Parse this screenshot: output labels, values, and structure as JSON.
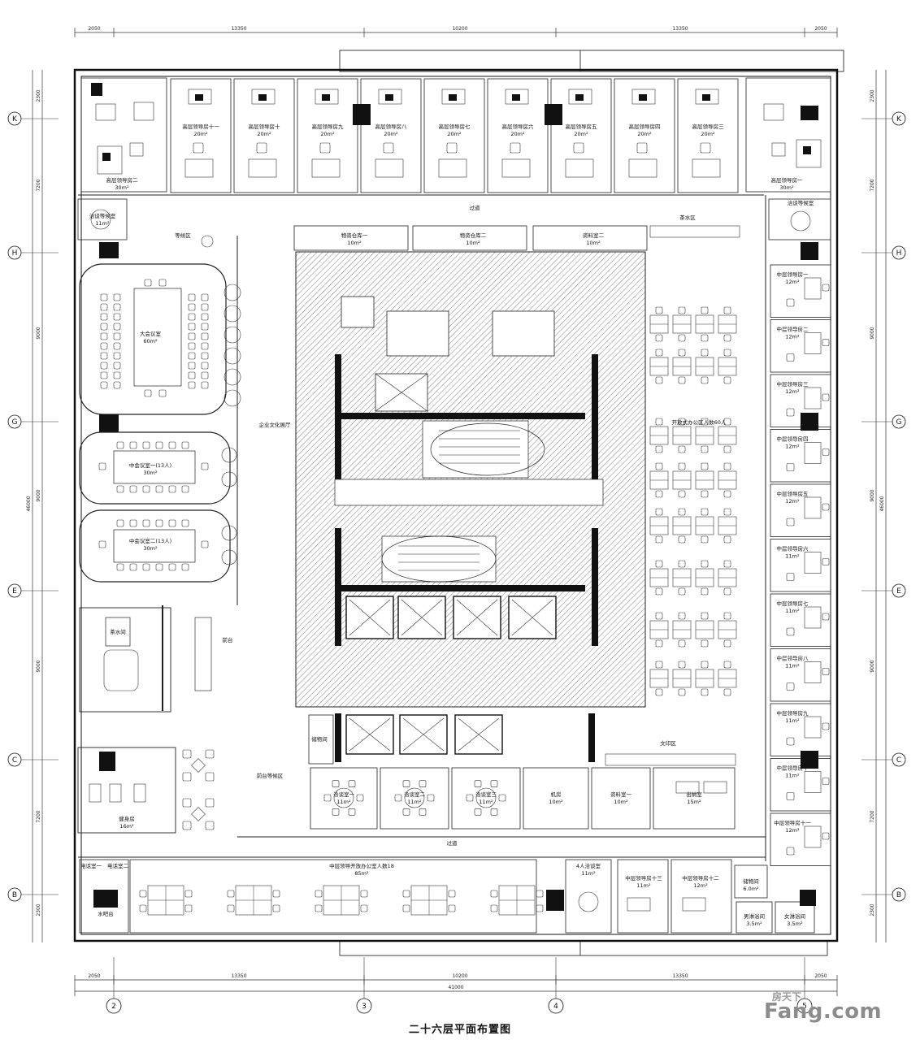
{
  "title": "二十六层平面布置图",
  "watermark": {
    "cn": "房天下",
    "en": "Fang.com"
  },
  "dims_top": [
    "2050",
    "13350",
    "10200",
    "13350",
    "2050"
  ],
  "dims_bottom": [
    "2050",
    "13350",
    "10200",
    "13350",
    "2050"
  ],
  "dim_total_bottom": "41000",
  "dims_left": [
    "2300",
    "7200",
    "9000",
    "9000",
    "9000",
    "7200",
    "2300"
  ],
  "dims_right": [
    "2300",
    "7200",
    "9000",
    "9000",
    "9000",
    "7200",
    "2300"
  ],
  "dim_total_side": "46000",
  "grid_rows": [
    "K",
    "H",
    "G",
    "E",
    "C",
    "B"
  ],
  "grid_cols": [
    "2",
    "3",
    "4",
    "5"
  ],
  "colors": {
    "hatch": "#9a9a9a",
    "wall": "#111111",
    "line": "#222222"
  },
  "top_rooms": [
    {
      "name": "高层领导房十一",
      "area": "20m²"
    },
    {
      "name": "高层领导房十",
      "area": "20m²"
    },
    {
      "name": "高层领导房九",
      "area": "20m²"
    },
    {
      "name": "高层领导房八",
      "area": "20m²"
    },
    {
      "name": "高层领导房七",
      "area": "20m²"
    },
    {
      "name": "高层领导房六",
      "area": "20m²"
    },
    {
      "name": "高层领导房五",
      "area": "20m²"
    },
    {
      "name": "高层领导房四",
      "area": "20m²"
    },
    {
      "name": "高层领导房三",
      "area": "20m²"
    }
  ],
  "corner_rooms": {
    "left": {
      "name": "高层领导房二",
      "area": "30m²"
    },
    "right": {
      "name": "高层领导房一",
      "area": "30m²"
    }
  },
  "right_rooms": [
    {
      "name": "中层领导房一",
      "area": "12m²"
    },
    {
      "name": "中层领导房二",
      "area": "12m²"
    },
    {
      "name": "中层领导房三",
      "area": "12m²"
    },
    {
      "name": "中层领导房四",
      "area": "12m²"
    },
    {
      "name": "中层领导房五",
      "area": "12m²"
    },
    {
      "name": "中层领导房六",
      "area": "11m²"
    },
    {
      "name": "中层领导房七",
      "area": "11m²"
    },
    {
      "name": "中层领导房八",
      "area": "11m²"
    },
    {
      "name": "中层领导房九",
      "area": "11m²"
    },
    {
      "name": "中层领导房十",
      "area": "11m²"
    },
    {
      "name": "中层领导房十一",
      "area": "12m²"
    }
  ],
  "storage_rooms": [
    {
      "name": "物资仓库一",
      "area": "10m²"
    },
    {
      "name": "物资仓库二",
      "area": "10m²"
    },
    {
      "name": "资料室二",
      "area": "10m²"
    }
  ],
  "south_rooms": [
    {
      "name": "洽谈室一",
      "area": "11m²"
    },
    {
      "name": "洽谈室二",
      "area": "11m²"
    },
    {
      "name": "洽谈室三",
      "area": "11m²"
    },
    {
      "name": "机房",
      "area": "10m²"
    },
    {
      "name": "资料室一",
      "area": "10m²"
    },
    {
      "name": "出纳室",
      "area": "15m²"
    }
  ],
  "bottom_rooms": {
    "open_office": {
      "name": "中层领导开放办公室人数18",
      "area": "85m²"
    },
    "talk4": {
      "name": "4人洽谈室",
      "area": "11m²"
    },
    "mgr13": {
      "name": "中层领导房十三",
      "area": "11m²"
    },
    "mgr12": {
      "name": "中层领导房十二",
      "area": "12m²"
    },
    "storage": {
      "name": "储物间",
      "area": "6.0m²"
    },
    "male_bath": {
      "name": "男淋浴间",
      "area": "3.5m²"
    },
    "female_bath": {
      "name": "女淋浴间",
      "area": "3.5m²"
    },
    "room_bl": "电话室一",
    "room_bl2": "电话室二",
    "water_bar": "水吧台"
  },
  "left_rooms": {
    "reception_small": {
      "name": "洽谈等候室",
      "area": "11m²"
    },
    "waiting": "等候区",
    "big_meeting": {
      "name": "大会议室",
      "area": "60m²"
    },
    "mid_meeting1": {
      "name": "中会议室一(13人)",
      "area": "30m²"
    },
    "mid_meeting2": {
      "name": "中会议室二(13人)",
      "area": "30m²"
    },
    "tea_room": "茶水间",
    "front_desk": "前台",
    "front_waiting": "前台等候区",
    "gym": {
      "name": "健身房",
      "area": "16m²"
    },
    "culture_hall": "企业文化展厅"
  },
  "right_small": {
    "reception": {
      "name": "洽谈等候室",
      "area": ""
    },
    "tea_area": "茶水区",
    "open_office": "开放式办公区人数60人",
    "print_area": "文印区",
    "storage_room": "储物间"
  },
  "corridor_top": "过道",
  "corridor_bottom": "过道"
}
